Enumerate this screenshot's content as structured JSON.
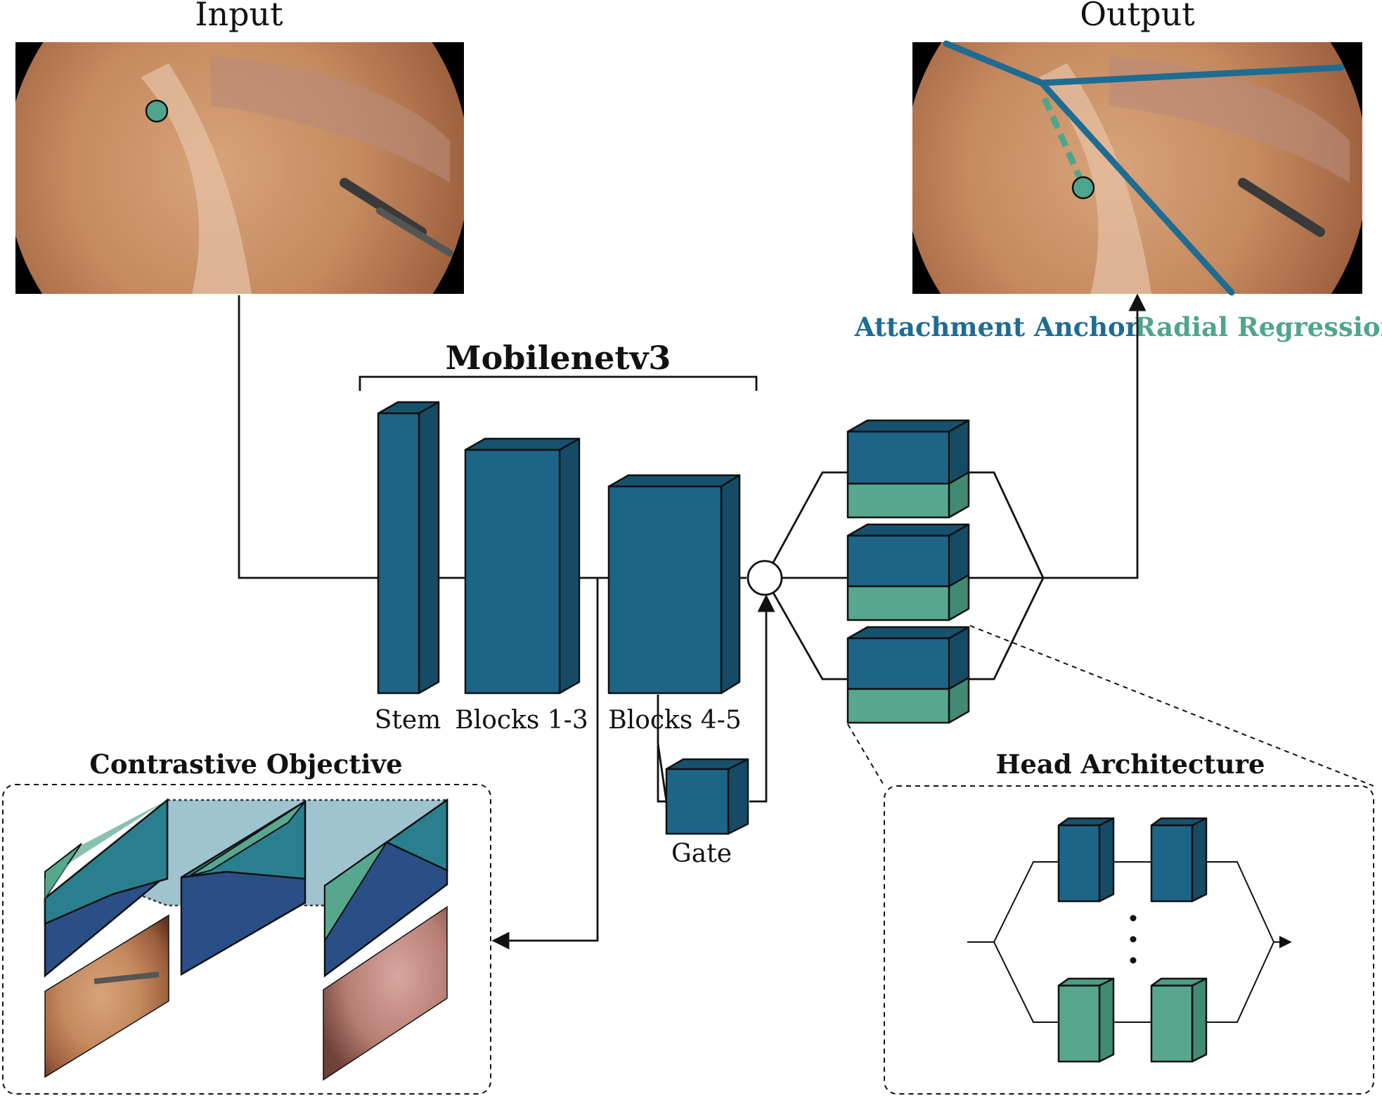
{
  "labels": {
    "input": "Input",
    "output": "Output",
    "backbone": "Mobilenetv3",
    "stem": "Stem",
    "blocks_1_3": "Blocks 1-3",
    "blocks_4_5": "Blocks 4-5",
    "gate": "Gate",
    "contrastive": "Contrastive Objective",
    "head_arch": "Head Architecture",
    "attachment_anchor": "Attachment Anchor",
    "radial_regression": "Radial Regression"
  },
  "colors": {
    "block_blue": "#1d6587",
    "block_teal": "#57a78f",
    "anchor_blue": "#1f6c93",
    "regression_teal": "#4fa58c",
    "contrast_navy": "#2a4f86",
    "contrast_band": "#8fbac7"
  }
}
